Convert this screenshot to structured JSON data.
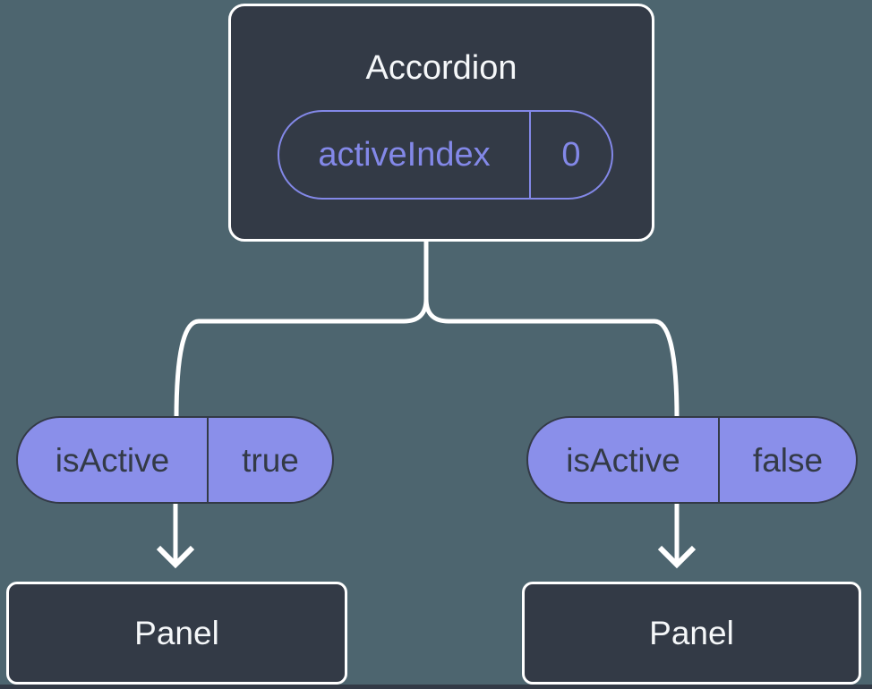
{
  "diagram": {
    "root": {
      "title": "Accordion",
      "prop": {
        "name": "activeIndex",
        "value": "0"
      }
    },
    "children": [
      {
        "prop": {
          "name": "isActive",
          "value": "true"
        },
        "node": {
          "title": "Panel"
        }
      },
      {
        "prop": {
          "name": "isActive",
          "value": "false"
        },
        "node": {
          "title": "Panel"
        }
      }
    ]
  },
  "theme": {
    "background": "#4d656f",
    "node_fill": "#333a46",
    "node_text": "#f5f7f9",
    "pill_fill": "#8a8fea",
    "pill_outline": "#8388e8",
    "pill_text": "#333a46",
    "connector": "#ffffff"
  }
}
